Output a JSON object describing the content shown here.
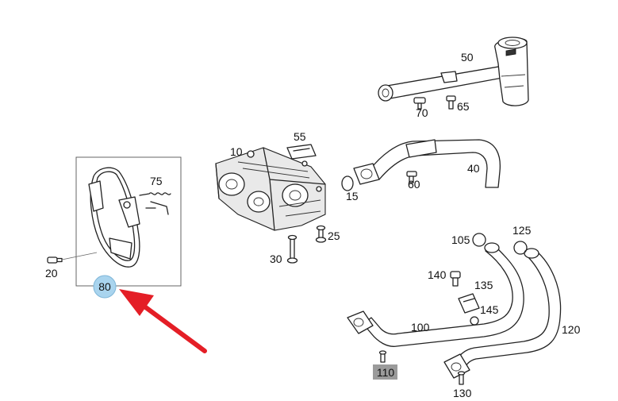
{
  "labels": {
    "p10": "10",
    "p15": "15",
    "p20": "20",
    "p25": "25",
    "p30": "30",
    "p40": "40",
    "p50": "50",
    "p55": "55",
    "p60": "60",
    "p65": "65",
    "p70": "70",
    "p75": "75",
    "p80": "80",
    "p100": "100",
    "p105": "105",
    "p110": "110",
    "p120": "120",
    "p125": "125",
    "p130": "130",
    "p135": "135",
    "p140": "140",
    "p145": "145"
  },
  "colors": {
    "highlight_circle": "#a9d4ee",
    "highlight_box": "#9b9b9b",
    "arrow": "#e41e26"
  }
}
